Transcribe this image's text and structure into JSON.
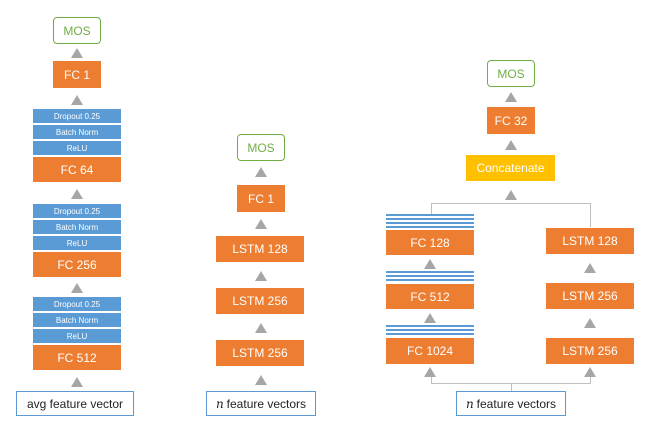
{
  "colors": {
    "fc": "#ED7D31",
    "regularization": "#5B9BD5",
    "mos_border": "#70AD47",
    "input_border": "#5B9BD5",
    "concatenate": "#FFC000",
    "arrow": "#A6A6A6"
  },
  "left": {
    "mos": "MOS",
    "fc1": "FC 1",
    "block3": {
      "dropout": "Dropout 0.25",
      "batchnorm": "Batch Norm",
      "relu": "ReLU",
      "fc": "FC 64"
    },
    "block2": {
      "dropout": "Dropout 0.25",
      "batchnorm": "Batch Norm",
      "relu": "ReLU",
      "fc": "FC 256"
    },
    "block1": {
      "dropout": "Dropout 0.25",
      "batchnorm": "Batch Norm",
      "relu": "ReLU",
      "fc": "FC 512"
    },
    "input": "avg feature vector"
  },
  "middle": {
    "mos": "MOS",
    "fc1": "FC 1",
    "lstm3": "LSTM 128",
    "lstm2": "LSTM 256",
    "lstm1": "LSTM 256",
    "input_n": "n",
    "input_rest": "feature vectors"
  },
  "right": {
    "mos": "MOS",
    "fc32": "FC 32",
    "concat": "Concatenate",
    "fc_branch": {
      "fc128": "FC 128",
      "fc512": "FC 512",
      "fc1024": "FC 1024"
    },
    "lstm_branch": {
      "lstm128": "LSTM 128",
      "lstm256a": "LSTM 256",
      "lstm256b": "LSTM 256"
    },
    "input_n": "n",
    "input_rest": "feature vectors"
  }
}
